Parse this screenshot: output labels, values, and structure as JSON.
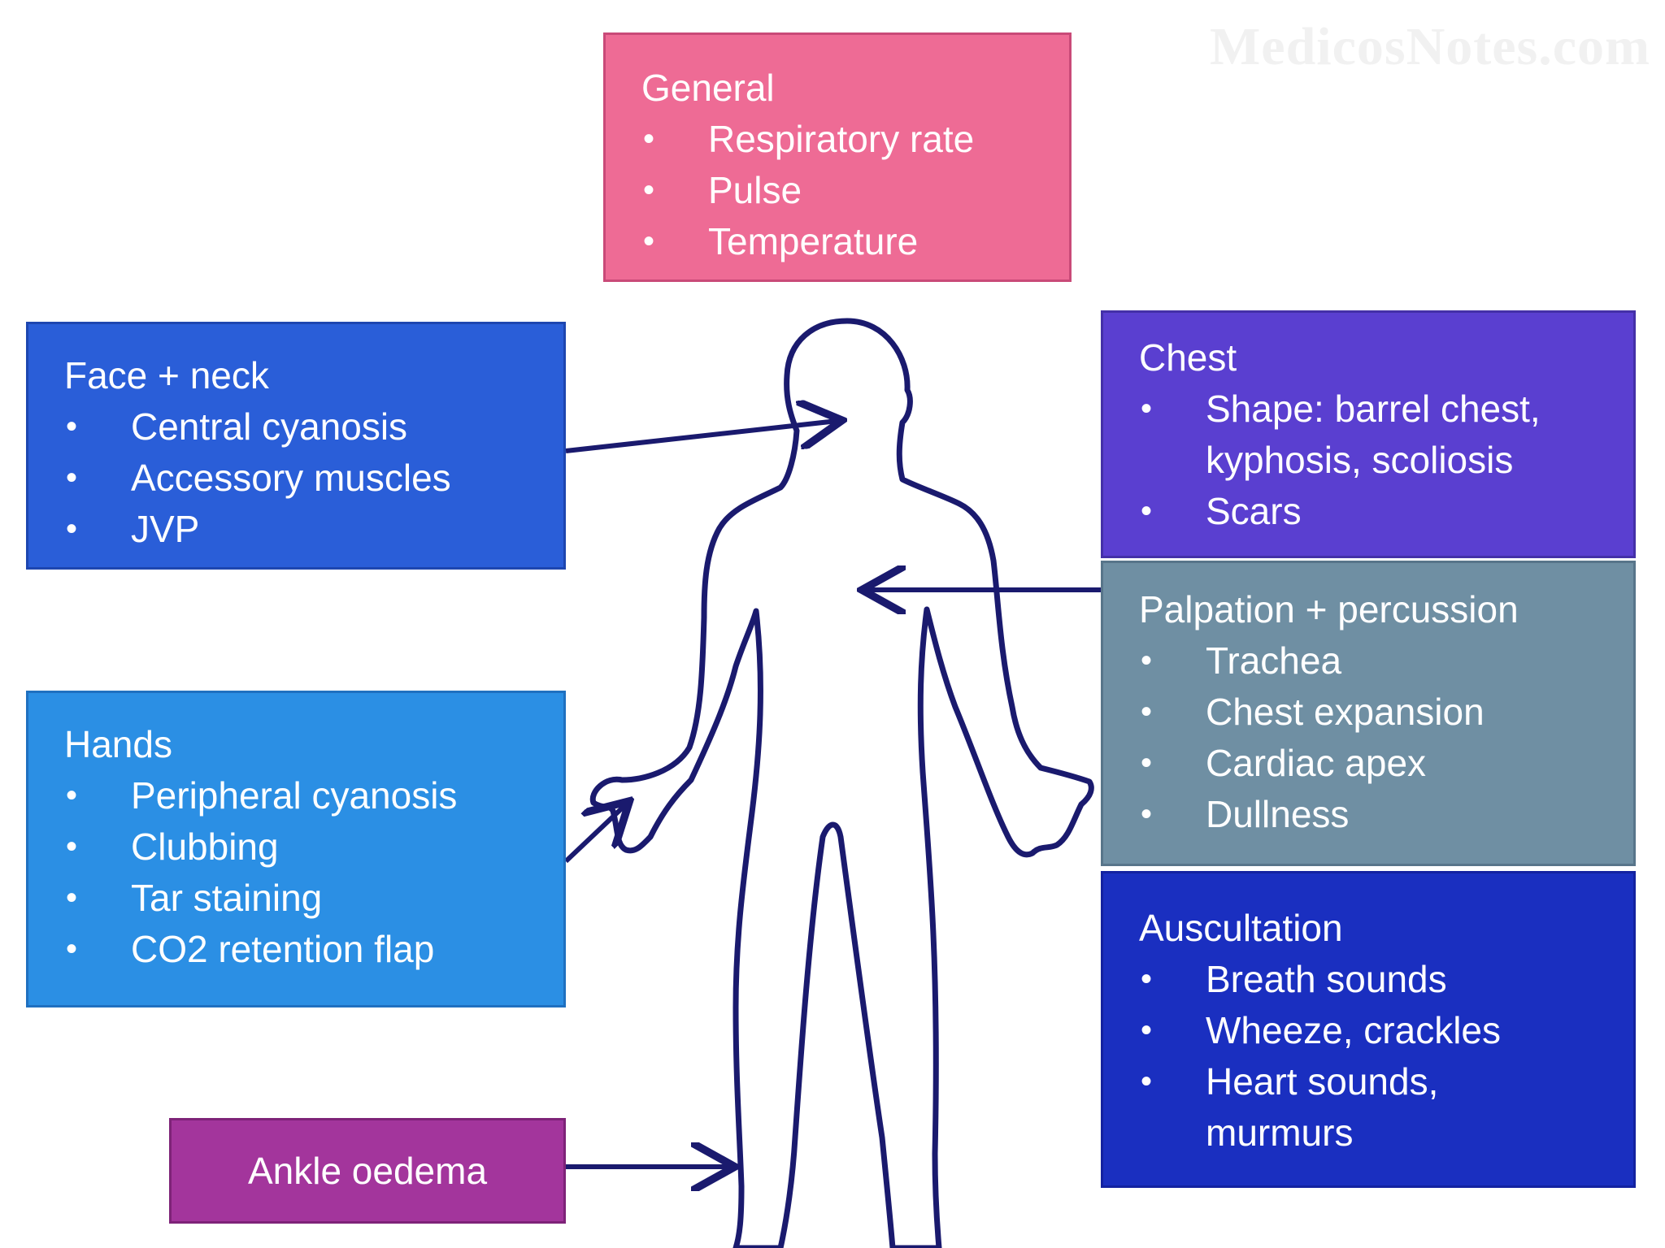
{
  "watermark": "MedicosNotes.com",
  "colors": {
    "general": "#ee6b95",
    "face": "#2a5ed8",
    "hands": "#2b8fe4",
    "ankle": "#a3359c",
    "chest": "#5a3fd0",
    "palpation": "#6f8fa3",
    "auscultation": "#1a2fc0",
    "outline": "#1a1a6e"
  },
  "general": {
    "title": "General",
    "items": [
      "Respiratory rate",
      "Pulse",
      "Temperature"
    ]
  },
  "face_neck": {
    "title": "Face + neck",
    "items": [
      "Central cyanosis",
      "Accessory muscles",
      "JVP"
    ]
  },
  "hands": {
    "title": "Hands",
    "items": [
      "Peripheral cyanosis",
      "Clubbing",
      "Tar staining",
      "CO2 retention flap"
    ]
  },
  "ankle": {
    "label": "Ankle oedema"
  },
  "chest": {
    "title": "Chest",
    "items": [
      "Shape: barrel chest,\nkyphosis, scoliosis",
      "Scars"
    ]
  },
  "palpation": {
    "title": "Palpation + percussion",
    "items": [
      "Trachea",
      "Chest expansion",
      "Cardiac apex",
      "Dullness"
    ]
  },
  "auscultation": {
    "title": "Auscultation",
    "items": [
      "Breath sounds",
      "Wheeze, crackles",
      "Heart sounds,\nmurmurs"
    ]
  }
}
